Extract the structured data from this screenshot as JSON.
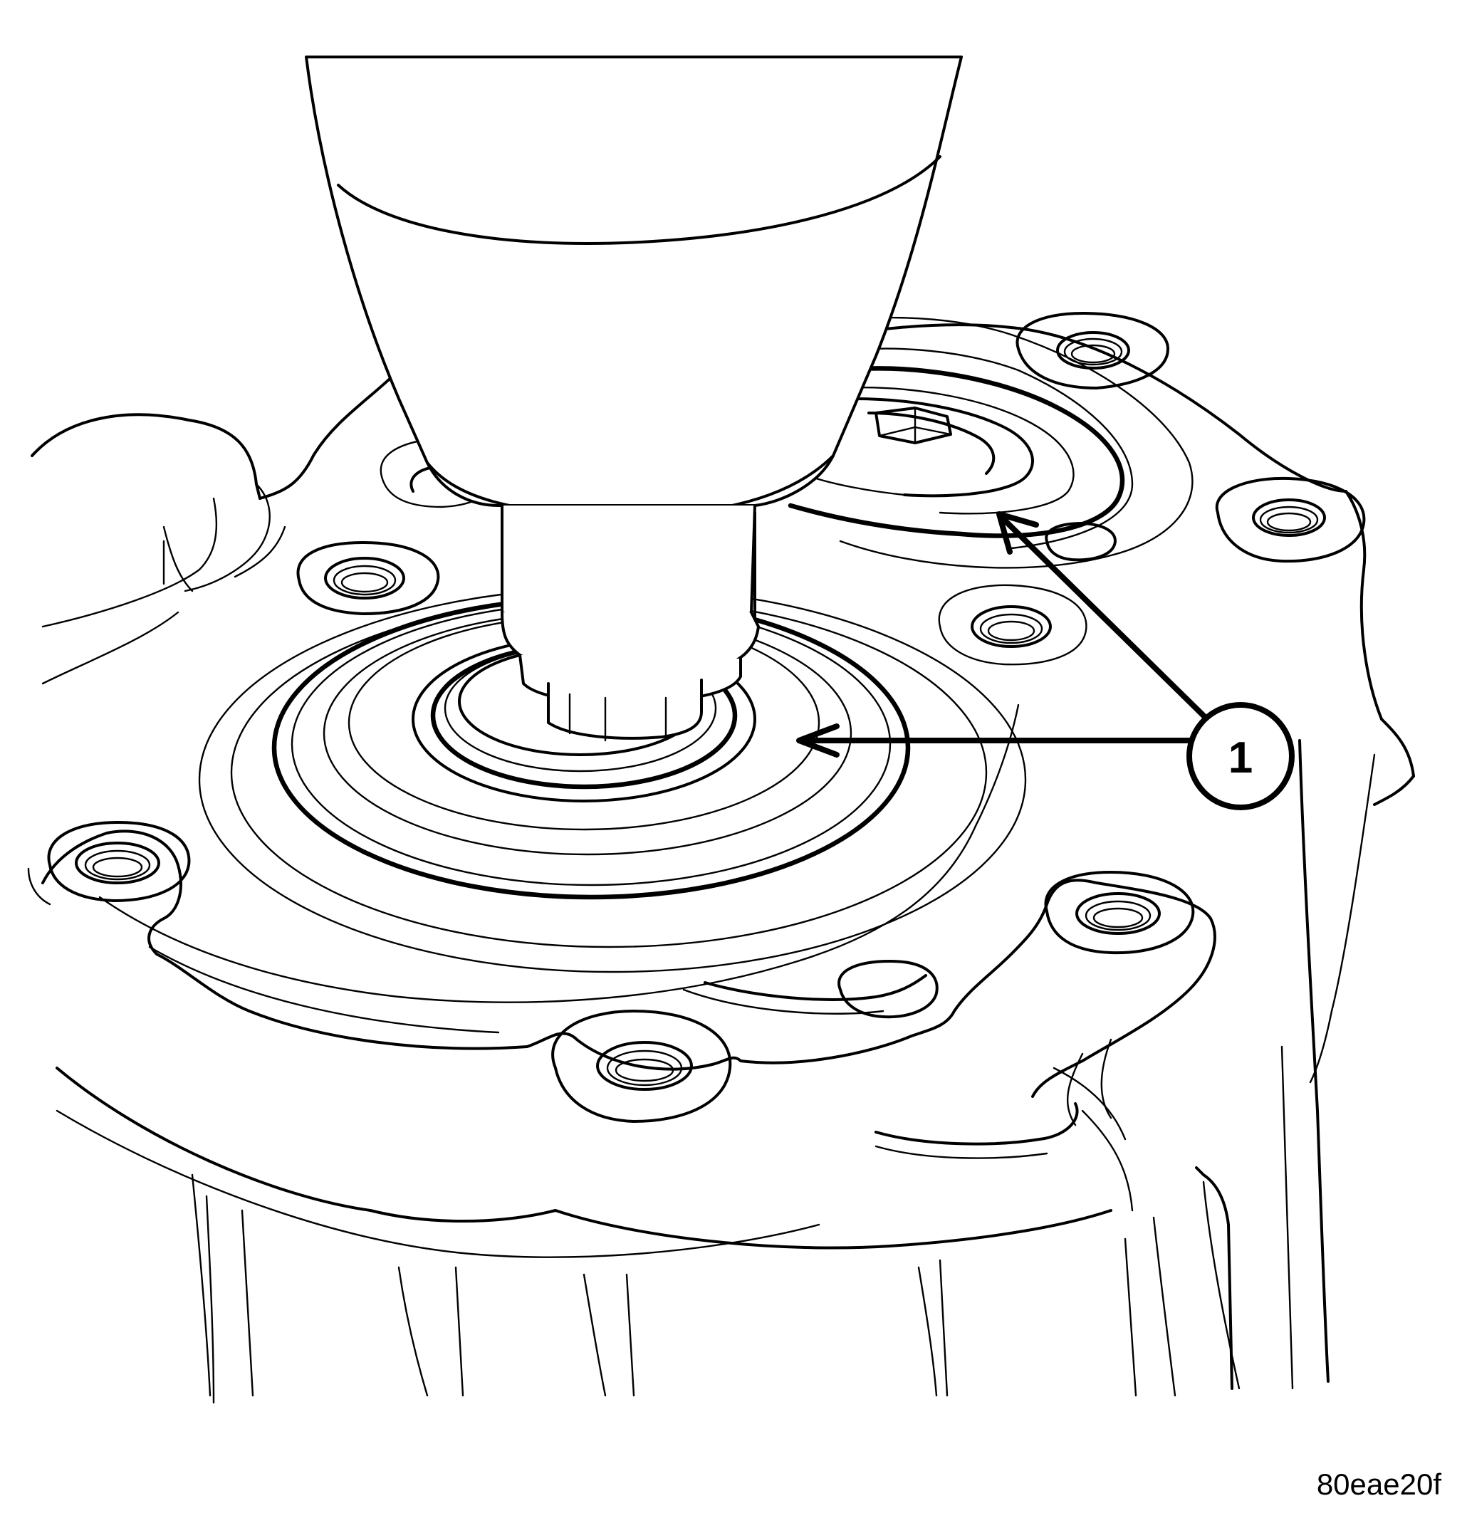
{
  "figure": {
    "callouts": [
      {
        "number": "1",
        "targets": 2
      }
    ],
    "figure_id": "80eae20f"
  }
}
